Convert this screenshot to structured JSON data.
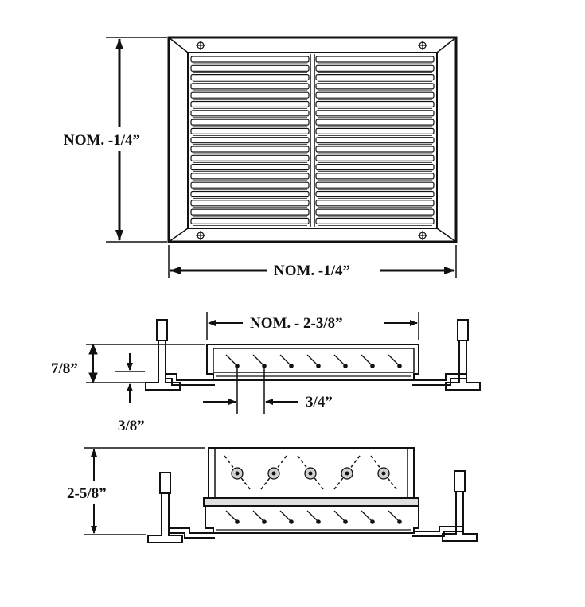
{
  "labels": {
    "front_height": "NOM. -1/4”",
    "front_width": "NOM. -1/4”",
    "side_width": "NOM. -  2-3/8”",
    "side_height": "7/8”",
    "side_offset": "3/8”",
    "blade_spacing": "3/4”",
    "damper_height": "2-5/8”"
  },
  "colors": {
    "line": "#111111",
    "paper": "#ffffff",
    "shade": "#d8d8d8"
  }
}
